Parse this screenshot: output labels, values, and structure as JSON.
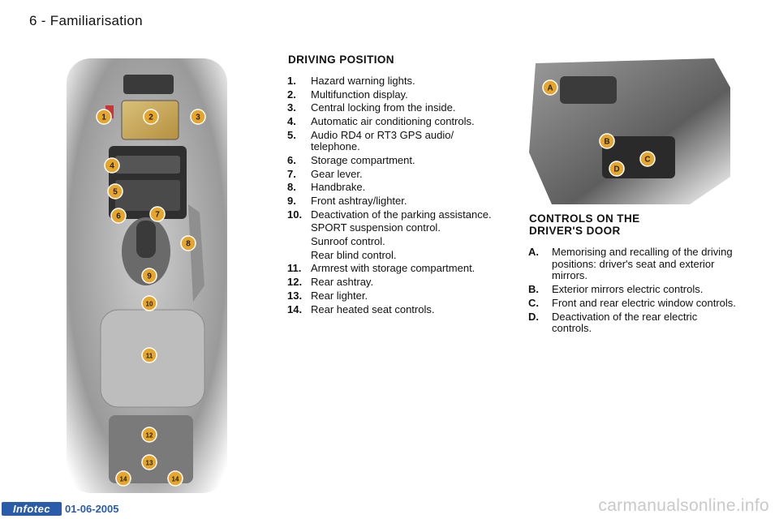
{
  "header": {
    "page_number": "6",
    "separator": " - ",
    "chapter": "Familiarisation"
  },
  "driving_position": {
    "title": "DRIVING POSITION",
    "items": [
      {
        "num": "1.",
        "text": "Hazard warning lights."
      },
      {
        "num": "2.",
        "text": "Multifunction display."
      },
      {
        "num": "3.",
        "text": "Central locking from the inside."
      },
      {
        "num": "4.",
        "text": "Automatic air conditioning controls."
      },
      {
        "num": "5.",
        "text": "Audio RD4 or RT3 GPS audio/ telephone."
      },
      {
        "num": "6.",
        "text": "Storage compartment."
      },
      {
        "num": "7.",
        "text": "Gear lever."
      },
      {
        "num": "8.",
        "text": "Handbrake."
      },
      {
        "num": "9.",
        "text": "Front ashtray/lighter."
      },
      {
        "num": "10.",
        "text": "Deactivation of the parking assistance."
      },
      {
        "num": "11.",
        "text": "Armrest with storage compartment."
      },
      {
        "num": "12.",
        "text": "Rear ashtray."
      },
      {
        "num": "13.",
        "text": "Rear lighter."
      },
      {
        "num": "14.",
        "text": "Rear heated seat controls."
      }
    ],
    "item10_extra": [
      "SPORT suspension control.",
      "Sunroof control.",
      "Rear blind control."
    ]
  },
  "door_controls": {
    "title": "CONTROLS ON THE DRIVER'S DOOR",
    "items": [
      {
        "num": "A.",
        "text": "Memorising and recalling of the driving positions: driver's seat and exterior mirrors."
      },
      {
        "num": "B.",
        "text": "Exterior mirrors electric controls."
      },
      {
        "num": "C.",
        "text": "Front and rear electric window controls."
      },
      {
        "num": "D.",
        "text": "Deactivation of the rear electric controls."
      }
    ]
  },
  "console_callouts": [
    "1",
    "2",
    "3",
    "4",
    "5",
    "6",
    "7",
    "8",
    "9",
    "10",
    "11",
    "12",
    "13",
    "14",
    "14"
  ],
  "door_callouts": [
    "A",
    "B",
    "C",
    "D"
  ],
  "footer": {
    "logo": "Infotec",
    "date": "01-06-2005"
  },
  "watermark": "carmanualsonline.info",
  "colors": {
    "callout": "#e6a52b",
    "logo_bg": "#2b5cab",
    "watermark": "#c9c9c9"
  }
}
